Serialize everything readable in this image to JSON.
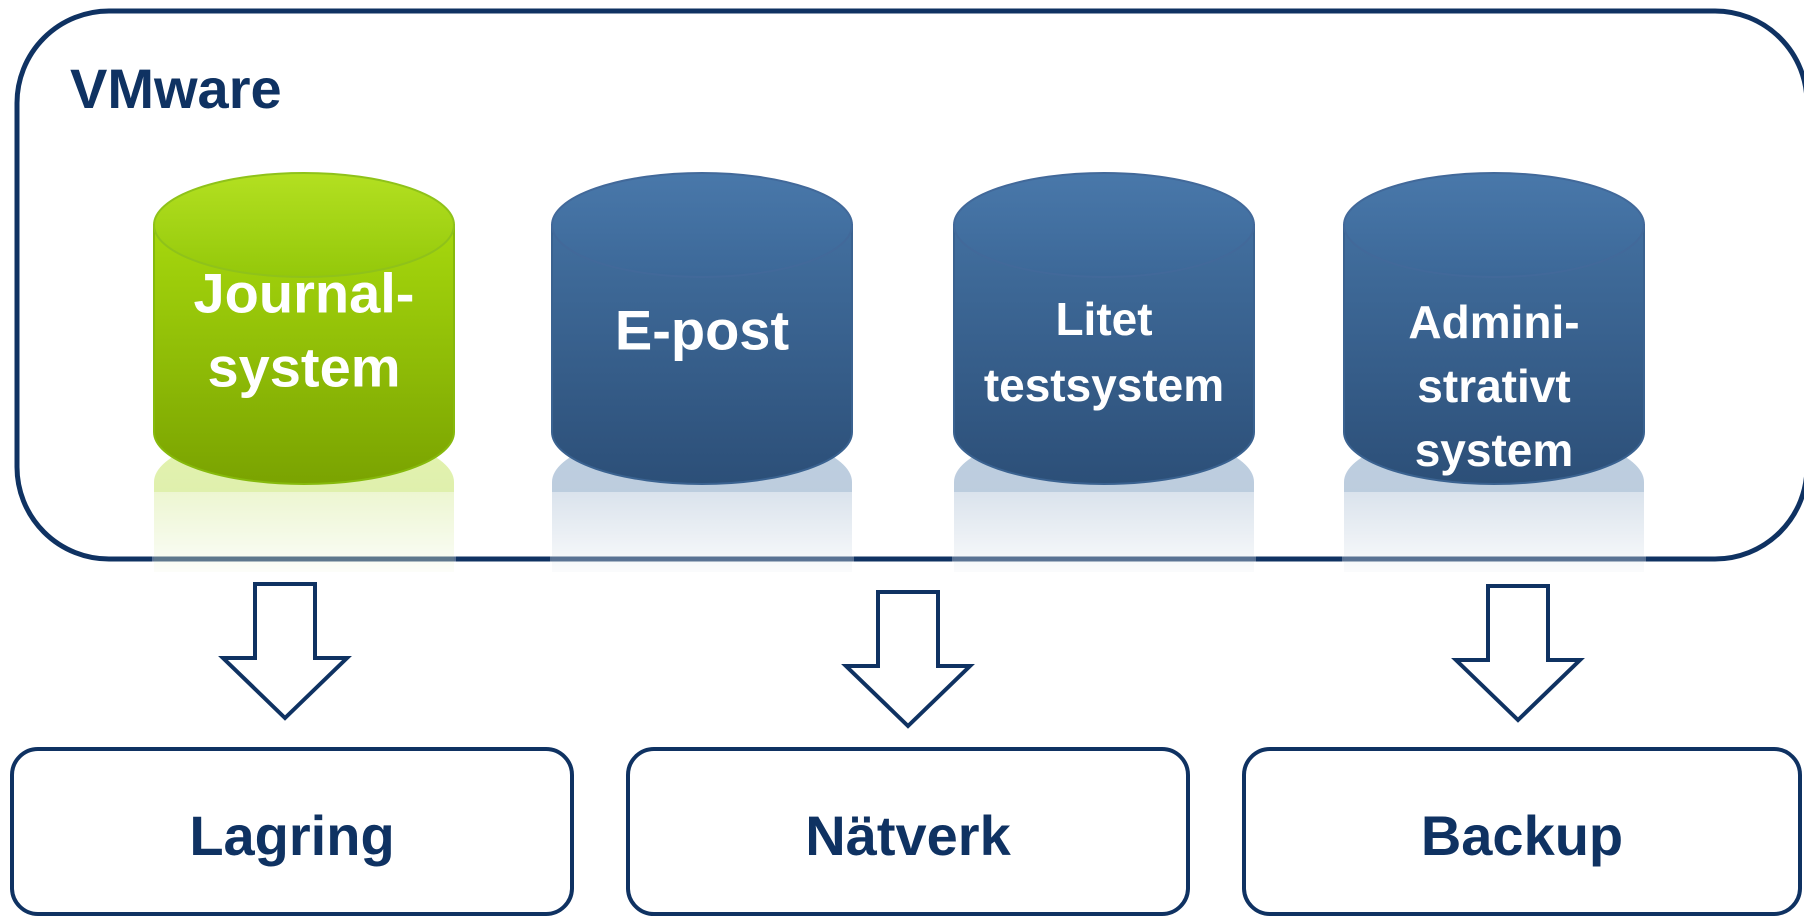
{
  "diagram": {
    "container_label": "VMware",
    "systems": [
      {
        "lines": [
          "Journal-",
          "system"
        ],
        "color": "#8dc21f",
        "highlight": true
      },
      {
        "lines": [
          "E-post"
        ],
        "color": "#36608f",
        "highlight": false
      },
      {
        "lines": [
          "Litet",
          "testsystem"
        ],
        "color": "#36608f",
        "highlight": false
      },
      {
        "lines": [
          "Admini-",
          "strativt",
          "system"
        ],
        "color": "#36608f",
        "highlight": false
      }
    ],
    "services": [
      {
        "label": "Lagring"
      },
      {
        "label": "Nätverk"
      },
      {
        "label": "Backup"
      }
    ]
  },
  "colors": {
    "outline": "#0f3262",
    "text_dark": "#0f3262",
    "text_light": "#ffffff",
    "green": "#8dc21f",
    "blue": "#36608f",
    "background": "#ffffff"
  }
}
